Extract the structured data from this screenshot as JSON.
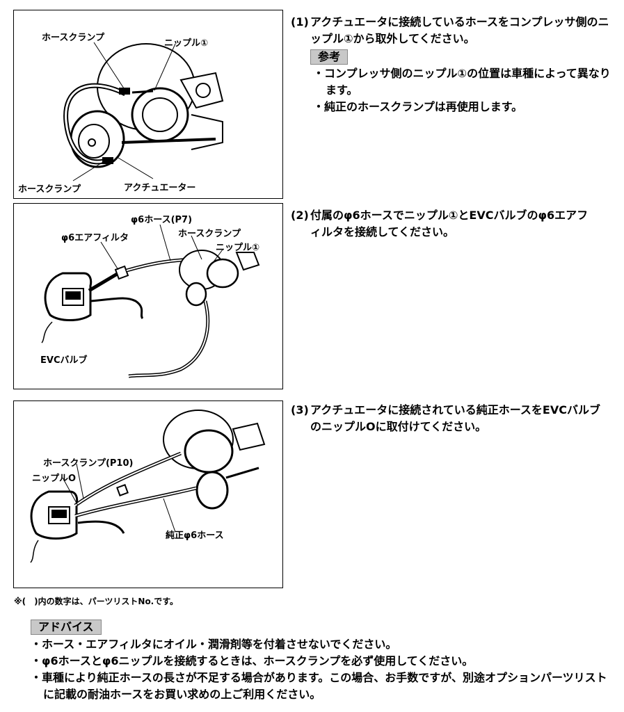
{
  "panel1": {
    "labels": {
      "hose_clamp_top": "ホースクランプ",
      "nipple1": "ニップル①",
      "hose_clamp_bottom": "ホースクランプ",
      "actuator": "アクチュエーター"
    }
  },
  "panel2": {
    "labels": {
      "hose_phi6": "φ6ホース(P7)",
      "air_filter": "φ6エアフィルタ",
      "hose_clamp": "ホースクランプ",
      "nipple1": "ニップル①",
      "evc_valve": "EVCバルブ"
    }
  },
  "panel3": {
    "labels": {
      "hose_clamp_p10": "ホースクランプ(P10)",
      "nipple_o": "ニップルO",
      "genuine_hose": "純正φ6ホース"
    }
  },
  "step1": {
    "number": "(1)",
    "text": "アクチュエータに接続しているホースをコンプレッサ側のニップル①から取外してください。",
    "reference_tag": "参考",
    "reference_items": [
      "・コンプレッサ側のニップル①の位置は車種によって異なります。",
      "・純正のホースクランプは再使用します。"
    ]
  },
  "step2": {
    "number": "(2)",
    "text": "付属のφ6ホースでニップル①とEVCバルブのφ6エアフィルタを接続してください。"
  },
  "step3": {
    "number": "(3)",
    "text": "アクチュエータに接続されている純正ホースをEVCバルブのニップルOに取付けてください。"
  },
  "footnote": "※(　)内の数字は、パーツリストNo.です。",
  "advice": {
    "tag": "アドバイス",
    "items": [
      "・ホース・エアフィルタにオイル・潤滑剤等を付着させないでください。",
      "・φ6ホースとφ6ニップルを接続するときは、ホースクランプを必ず使用してください。",
      "・車種により純正ホースの長さが不足する場合があります。この場合、お手数ですが、別途オプションパーツリストに記載の耐油ホースをお買い求めの上ご利用ください。"
    ]
  }
}
